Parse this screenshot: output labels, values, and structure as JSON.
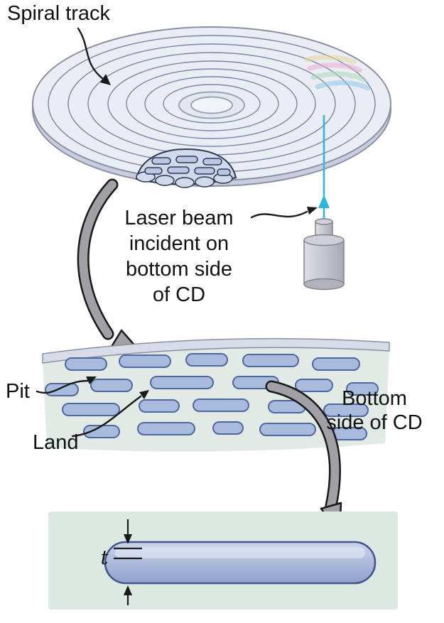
{
  "figure": {
    "labels": {
      "spiral_track": "Spiral track",
      "laser_caption_lines": [
        "Laser beam",
        "incident on",
        "bottom side",
        "of CD"
      ],
      "pit": "Pit",
      "land": "Land",
      "bottom_side_lines": [
        "Bottom",
        "side of CD"
      ],
      "thickness_symbol": "t"
    },
    "colors": {
      "laser_beam": "#2fb6dc",
      "pit_fill": "#a9bbdc",
      "pit_stroke": "#51679f",
      "disc_fill": "#ebedf4",
      "disc_rim": "#c9cede",
      "track_stroke": "#7b86a6",
      "surface_band": "#d8dbe8",
      "substrate_green": "#e1eae5",
      "panel_green": "#dce9e3",
      "arrow_gray": "#a0a0a6",
      "label_text": "#111111"
    }
  }
}
